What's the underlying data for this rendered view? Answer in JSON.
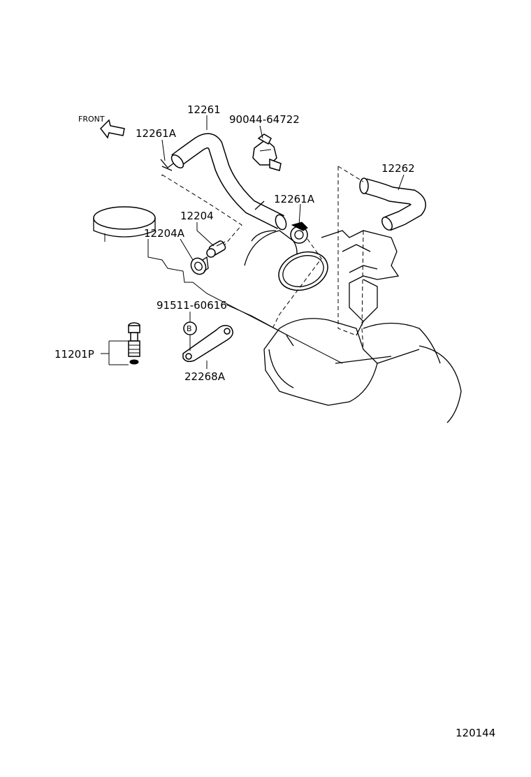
{
  "labels": {
    "front": "FRONT",
    "p12261": "12261",
    "p12261A_1": "12261A",
    "p90044": "90044-64722",
    "p12262": "12262",
    "p12261A_2": "12261A",
    "p12204": "12204",
    "p12204A": "12204A",
    "p91511": "91511-60616",
    "ref_b": "B",
    "p11201P": "11201P",
    "p22268A": "22268A",
    "illustration_no": "120144"
  }
}
